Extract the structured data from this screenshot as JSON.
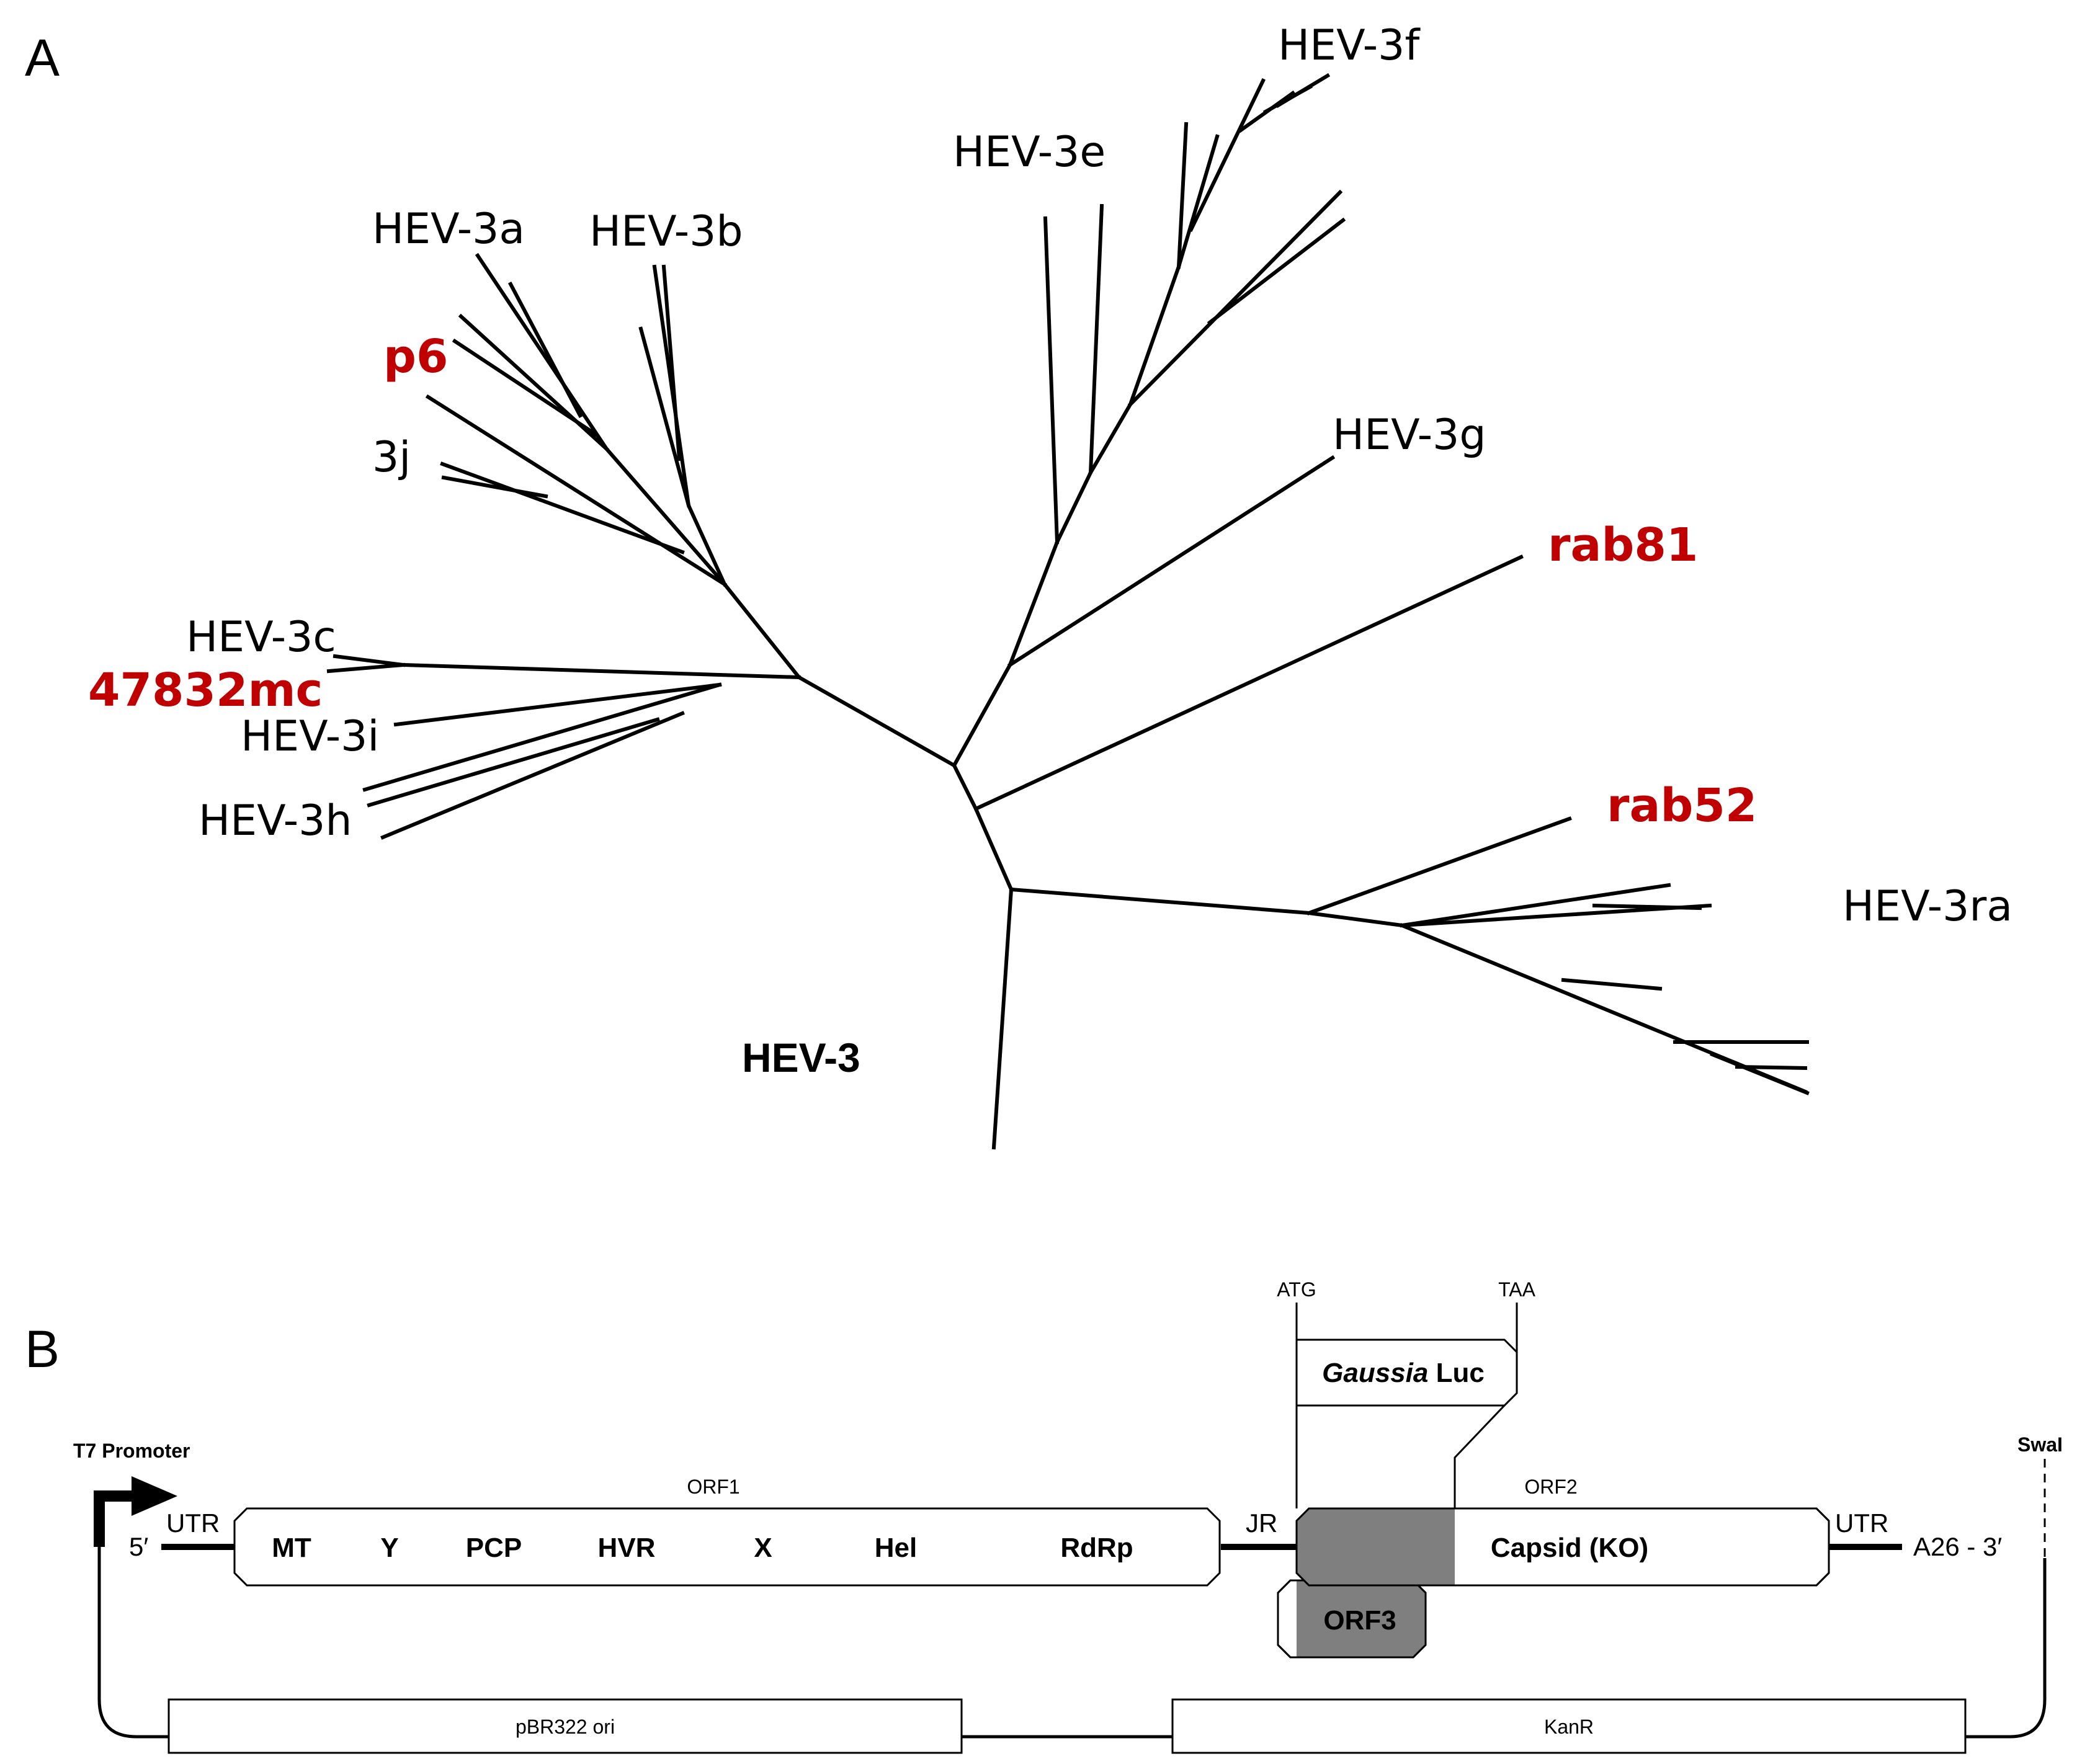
{
  "panel_a": {
    "letter": "A",
    "tree_label": "HEV-3",
    "leaves": {
      "hev3f": "HEV-3f",
      "hev3e": "HEV-3e",
      "hev3a": "HEV-3a",
      "hev3b": "HEV-3b",
      "p6": "p6",
      "j3": "3j",
      "hev3g": "HEV-3g",
      "rab81": "rab81",
      "hev3c": "HEV-3c",
      "mc47832": "47832mc",
      "hev3i": "HEV-3i",
      "hev3h": "HEV-3h",
      "rab52": "rab52",
      "hev3ra": "HEV-3ra"
    },
    "colors": {
      "highlight": "#c00000",
      "default": "#000000"
    }
  },
  "panel_b": {
    "letter": "B",
    "promoter": "T7 Promoter",
    "five_prime": "5′",
    "utr_left": "UTR",
    "utr_right": "UTR",
    "three_prime": "A26 - 3′",
    "swai": "SwaI",
    "jr": "JR",
    "atg": "ATG",
    "taa": "TAA",
    "luc_italic": "Gaussia",
    "luc_rest": " Luc",
    "orf1": {
      "title": "ORF1",
      "domains": [
        "MT",
        "Y",
        "PCP",
        "HVR",
        "X",
        "Hel",
        "RdRp"
      ]
    },
    "orf2": {
      "title": "ORF2",
      "label": "Capsid (KO)"
    },
    "orf3": "ORF3",
    "backbone": {
      "ori": "pBR322 ori",
      "resistance": "KanR"
    },
    "colors": {
      "knockout": "#7f7f7f"
    }
  }
}
